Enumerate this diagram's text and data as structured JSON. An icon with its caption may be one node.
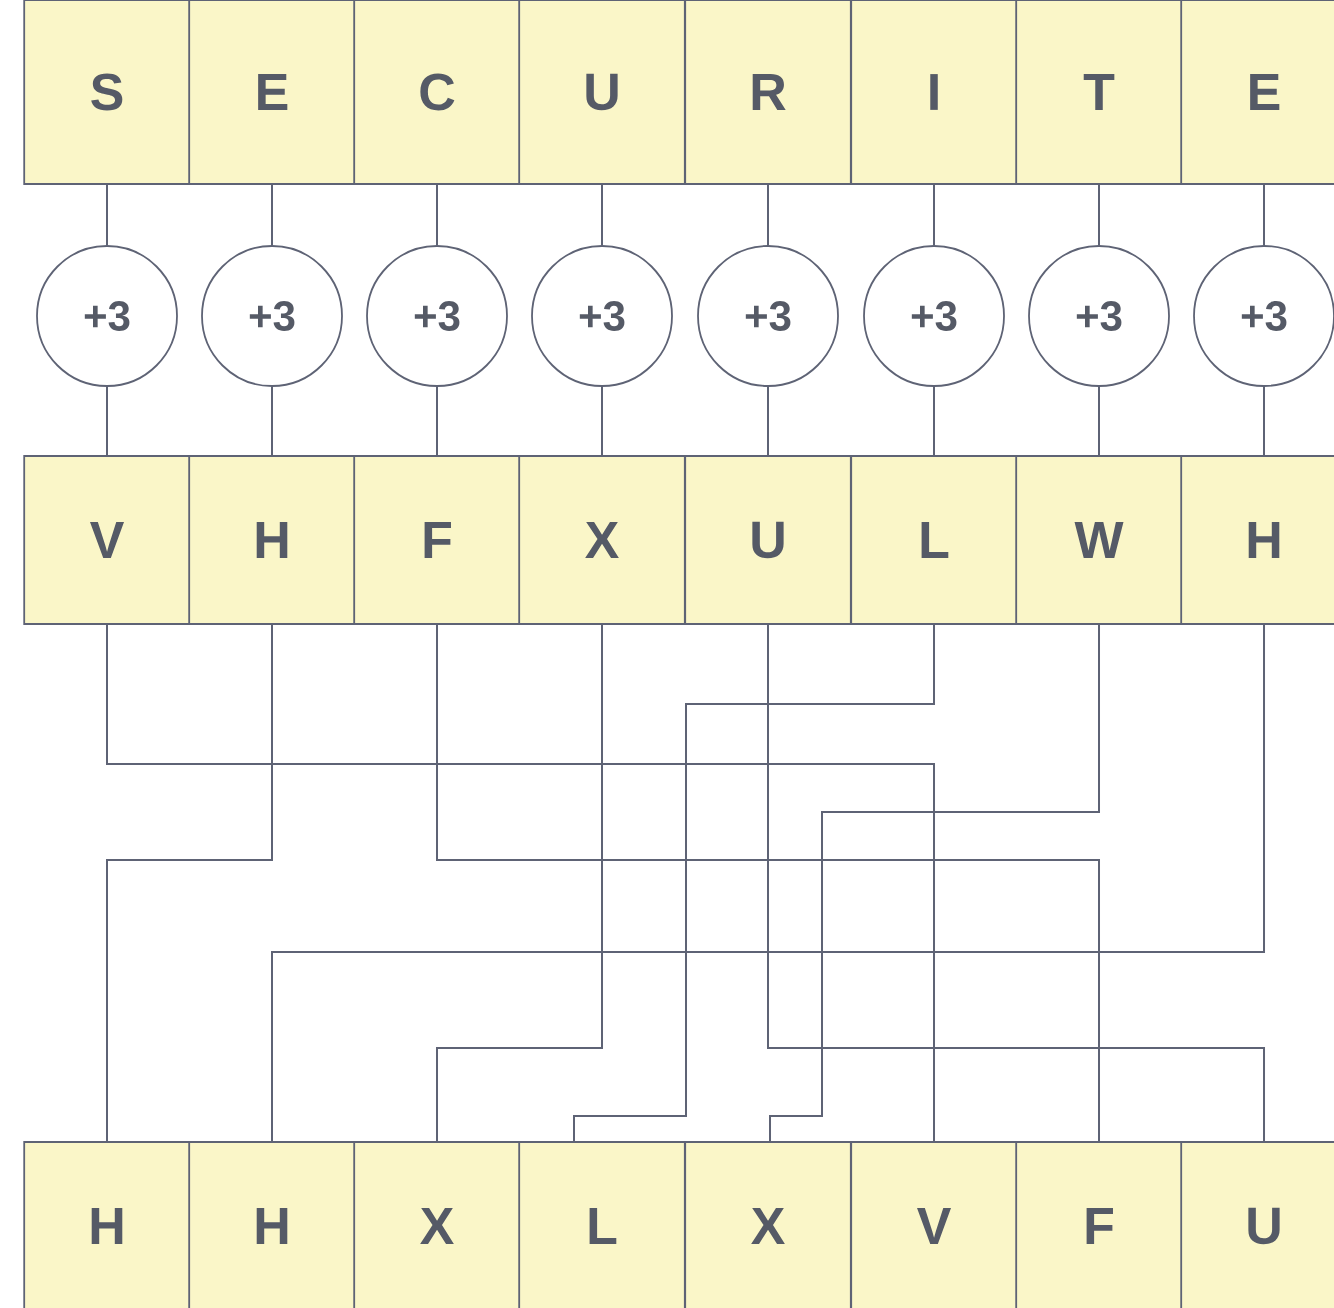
{
  "diagram": {
    "nodes": [
      {
        "text": [
          "S"
        ]
      },
      {
        "text": [
          "E"
        ]
      },
      {
        "text": [
          "C"
        ]
      },
      {
        "text": [
          "U"
        ]
      },
      {
        "text": [
          "R"
        ]
      },
      {
        "text": [
          "I"
        ]
      },
      {
        "text": [
          "T"
        ]
      },
      {
        "text": [
          "E"
        ]
      },
      {
        "text": [
          "+3"
        ]
      },
      {
        "text": [
          "+3"
        ]
      },
      {
        "text": [
          "+3"
        ]
      },
      {
        "text": [
          "+3"
        ]
      },
      {
        "text": [
          "+3"
        ]
      },
      {
        "text": [
          "+3"
        ]
      },
      {
        "text": [
          "+3"
        ]
      },
      {
        "text": [
          "+3"
        ]
      },
      {
        "text": [
          "V"
        ]
      },
      {
        "text": [
          "H"
        ]
      },
      {
        "text": [
          "F"
        ]
      },
      {
        "text": [
          "X"
        ]
      },
      {
        "text": [
          "U"
        ]
      },
      {
        "text": [
          "L"
        ]
      },
      {
        "text": [
          "W"
        ]
      },
      {
        "text": [
          "H"
        ]
      },
      {
        "text": [
          "H"
        ]
      },
      {
        "text": [
          "H"
        ]
      },
      {
        "text": [
          "X"
        ]
      },
      {
        "text": [
          "L"
        ]
      },
      {
        "text": [
          "X"
        ]
      },
      {
        "text": [
          "V"
        ]
      },
      {
        "text": [
          "F"
        ]
      },
      {
        "text": [
          "U"
        ]
      }
    ],
    "edges": [
      {
        "from": 0,
        "to": 8,
        "arrow": "none"
      },
      {
        "from": 1,
        "to": 9,
        "arrow": "none"
      },
      {
        "from": 2,
        "to": 10,
        "arrow": "none"
      },
      {
        "from": 3,
        "to": 11,
        "arrow": "none"
      },
      {
        "from": 4,
        "to": 12,
        "arrow": "none"
      },
      {
        "from": 5,
        "to": 13,
        "arrow": "none"
      },
      {
        "from": 6,
        "to": 14,
        "arrow": "none"
      },
      {
        "from": 7,
        "to": 15,
        "arrow": "none"
      },
      {
        "from": 8,
        "to": 16,
        "arrow": "none"
      },
      {
        "from": 9,
        "to": 17,
        "arrow": "none"
      },
      {
        "from": 10,
        "to": 18,
        "arrow": "none"
      },
      {
        "from": 11,
        "to": 19,
        "arrow": "none"
      },
      {
        "from": 12,
        "to": 20,
        "arrow": "none"
      },
      {
        "from": 13,
        "to": 21,
        "arrow": "none"
      },
      {
        "from": 14,
        "to": 22,
        "arrow": "none"
      },
      {
        "from": 15,
        "to": 23,
        "arrow": "none"
      },
      {
        "from": 16,
        "to": 29,
        "arrow": "none"
      },
      {
        "from": 17,
        "to": 24,
        "arrow": "none"
      },
      {
        "from": 18,
        "to": 30,
        "arrow": "none"
      },
      {
        "from": 19,
        "to": 26,
        "arrow": "none"
      },
      {
        "from": 20,
        "to": 31,
        "arrow": "none"
      },
      {
        "from": 21,
        "to": 27,
        "arrow": "none"
      },
      {
        "from": 22,
        "to": 28,
        "arrow": "none"
      },
      {
        "from": 23,
        "to": 25,
        "arrow": "none"
      }
    ]
  }
}
